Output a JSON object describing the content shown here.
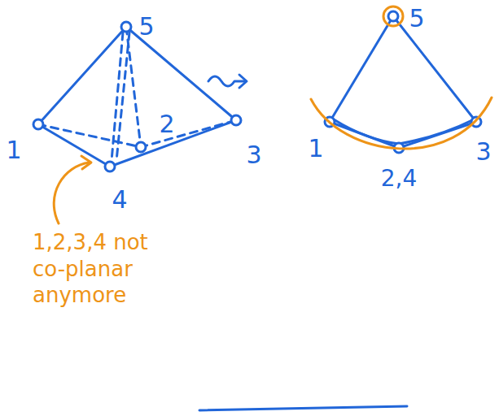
{
  "diagram": {
    "labels": [
      "5",
      "1",
      "2",
      "3",
      "4",
      "5",
      "1",
      "2,4",
      "3",
      "1,2,3,4 not co-planar anymore"
    ]
  }
}
